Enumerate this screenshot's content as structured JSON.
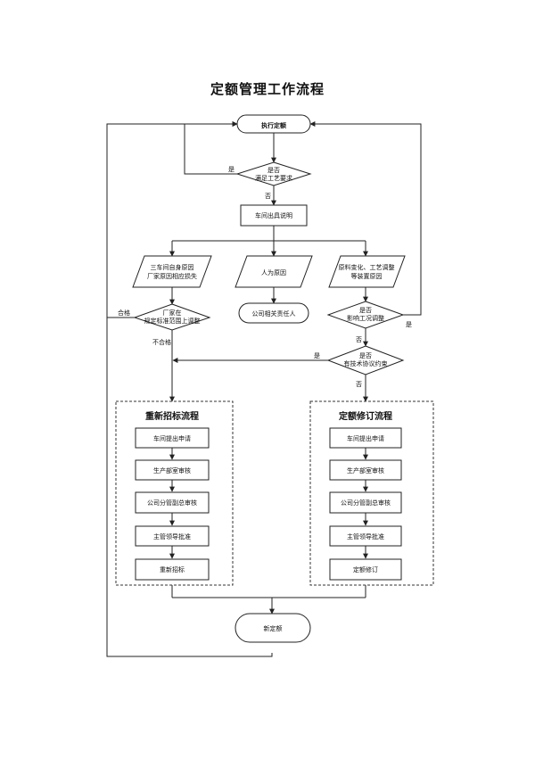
{
  "title": "定额管理工作流程",
  "nodes": {
    "execute": "执行定额",
    "d1_l1": "是否",
    "d1_l2": "满足工艺要求",
    "workshop_explain": "车间出具说明",
    "reason_a_l1": "三车间自身原因",
    "reason_a_l2": "厂家原因相应损失",
    "reason_b": "人为原因",
    "reason_c_l1": "原料变化、工艺调整",
    "reason_c_l2": "等装置原因",
    "d2_l1": "厂家在",
    "d2_l2": "规定标准范围上调整",
    "accountable": "公司相关责任人",
    "d3_l1": "是否",
    "d3_l2": "影响工况调整",
    "d4_l1": "是否",
    "d4_l2": "有技术协议约束",
    "new_quota": "新定额"
  },
  "labels": {
    "yes": "是",
    "no": "否",
    "qualified": "合格",
    "unqualified": "不合格"
  },
  "left_group": {
    "title": "重新招标流程",
    "steps": [
      "车间提出申请",
      "生产部室审核",
      "公司分管副总审核",
      "主管领导批准",
      "重新招标"
    ]
  },
  "right_group": {
    "title": "定额修订流程",
    "steps": [
      "车间提出申请",
      "生产部室审核",
      "公司分管副总审核",
      "主管领导批准",
      "定额修订"
    ]
  }
}
